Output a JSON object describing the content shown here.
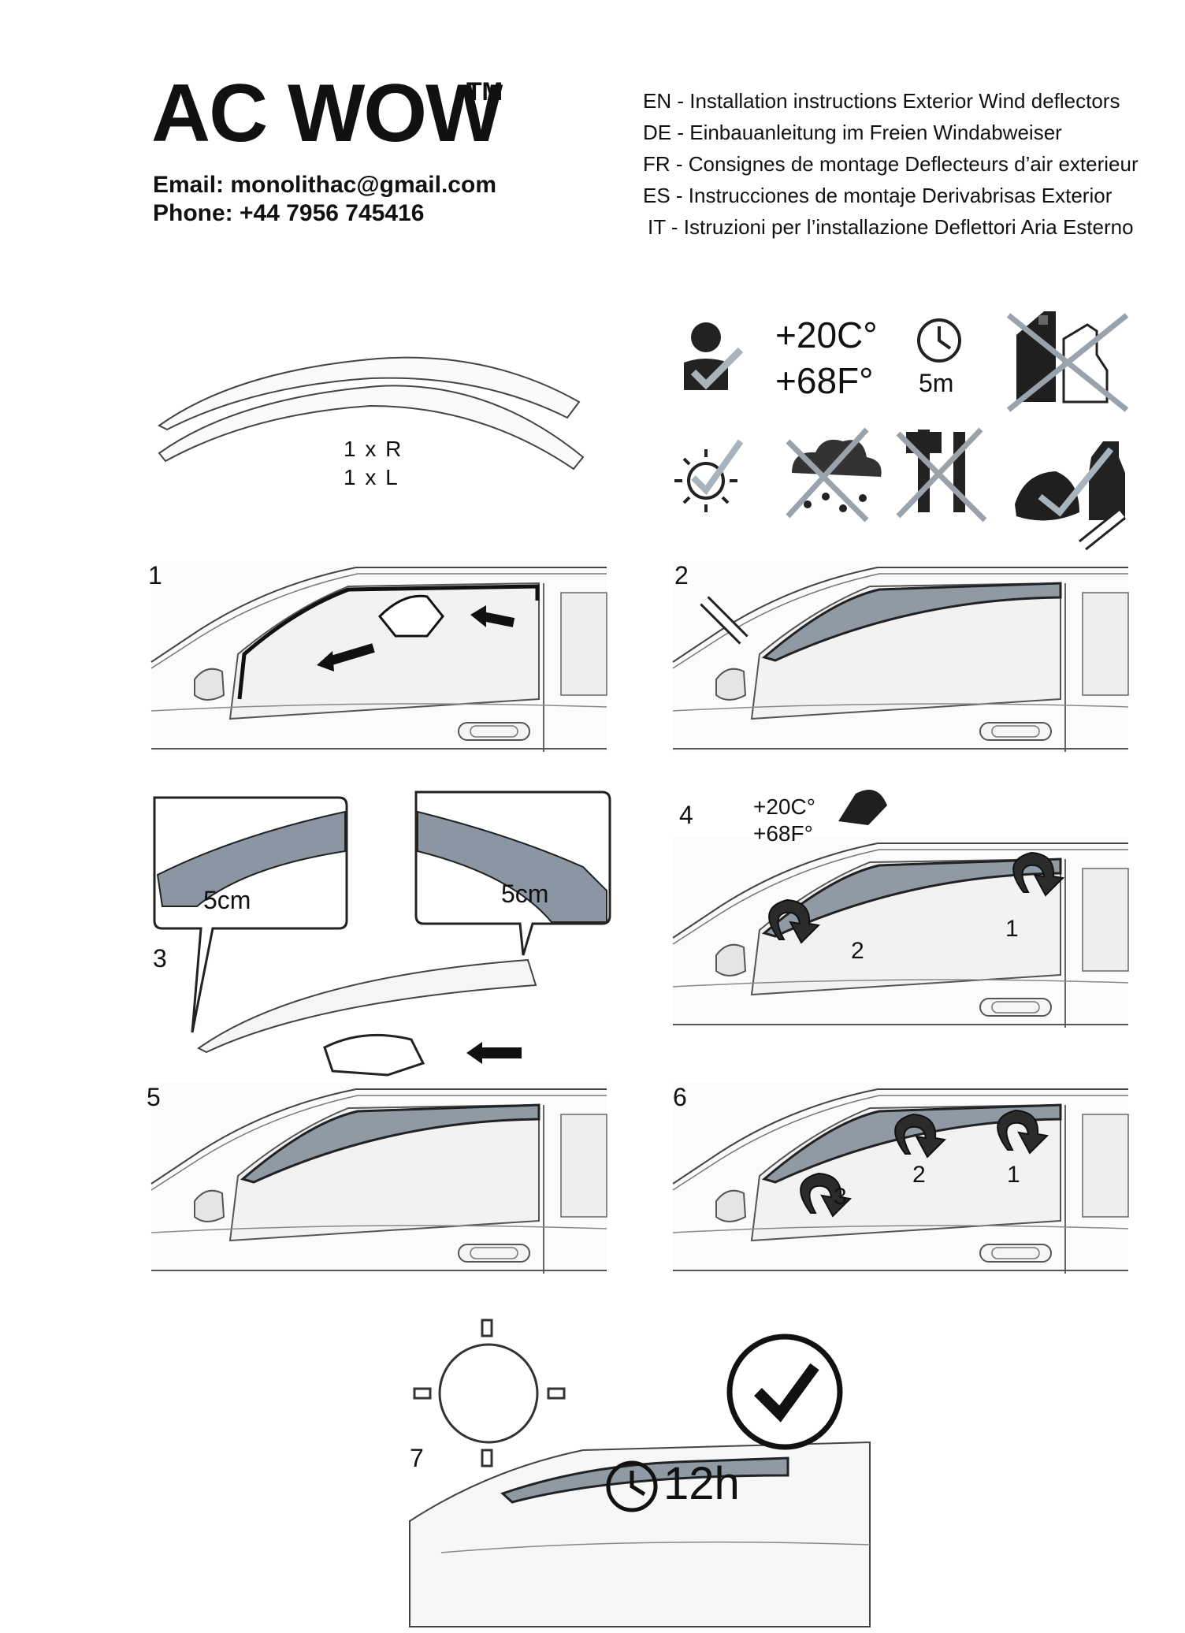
{
  "header": {
    "brand": "AC WOW",
    "trademark": "TM",
    "email": "Email: monolithac@gmail.com",
    "phone": "Phone: +44 7956 745416"
  },
  "languages": [
    "EN - Installation instructions Exterior Wind deflectors",
    "DE - Einbauanleitung im Freien Windabweiser",
    "FR - Consignes de montage Deflecteurs d’air exterieur",
    "ES - Instrucciones de montaje Derivabrisas Exterior",
    "IT - Istruzioni per l’installazione Deflettori Aria Esterno"
  ],
  "requirements": {
    "temp_c": "+20C°",
    "temp_f": "+68F°",
    "time": "5m",
    "icons": [
      "person-check-icon",
      "clock-icon",
      "no-chemicals-icon",
      "sunny-check-icon",
      "no-rain-icon",
      "no-tools-icon",
      "clean-cloth-spray-icon"
    ]
  },
  "parts": {
    "right": "1 x R",
    "left": "1 x L"
  },
  "steps": {
    "s1": "1",
    "s2": "2",
    "s3": "3",
    "s3_dim_left": "5cm",
    "s3_dim_right": "5cm",
    "s4": "4",
    "s4_temp_c": "+20C°",
    "s4_temp_f": "+68F°",
    "s4_order_1": "1",
    "s4_order_2": "2",
    "s5": "5",
    "s6": "6",
    "s6_order_1": "1",
    "s6_order_2": "2",
    "s6_order_3": "3",
    "s7": "7",
    "s7_time": "12h"
  }
}
